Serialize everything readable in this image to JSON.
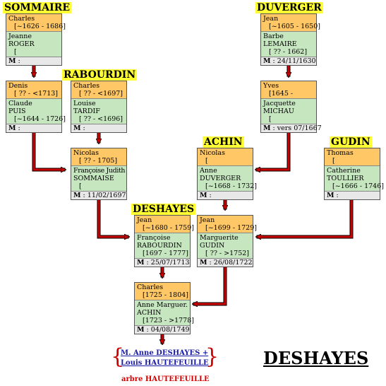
{
  "title": "DESHAYES",
  "families": {
    "sommaire": "SOMMAIRE",
    "duverger": "DUVERGER",
    "rabourdin": "RABOURDIN",
    "achin": "ACHIN",
    "gudin": "GUDIN",
    "deshayes": "DESHAYES"
  },
  "couples": {
    "charles_sommaire": {
      "husband": "Charles",
      "husband_dates": "[~1626 - 1686]",
      "wife": "Jeanne",
      "wife_surname": "ROGER",
      "wife_dates": "[",
      "marriage": "M :"
    },
    "jean_duverger": {
      "husband": "Jean",
      "husband_dates": "[~1605 - 1650]",
      "wife": "Barbe",
      "wife_surname": "LEMAIRE",
      "wife_dates": "[ ?? - 1662]",
      "marriage": "M : 24/11/1630"
    },
    "denis": {
      "husband": "Denis",
      "husband_dates": "[ ?? - <1713]",
      "wife": "Claude",
      "wife_surname": "PUIS",
      "wife_dates": "[~1644 - 1726]",
      "marriage": "M :"
    },
    "charles_rabourdin": {
      "husband": "Charles",
      "husband_dates": "[ ?? - <1697]",
      "wife": "Louise",
      "wife_surname": "TARDIF",
      "wife_dates": "[ ?? - <1696]",
      "marriage": "M :"
    },
    "yves": {
      "husband": "Yves",
      "husband_dates": "[1645 -",
      "wife": "Jacquette",
      "wife_surname": "MICHAU",
      "wife_dates": "[",
      "marriage": "M : vers 07/1667"
    },
    "nicolas_rabourdin": {
      "husband": "Nicolas",
      "husband_dates": "[ ?? - 1705]",
      "wife": "Françoise Judith",
      "wife_surname": "SOMMAISE",
      "wife_dates": "[",
      "marriage": "M : 11/02/1697"
    },
    "nicolas_achin": {
      "husband": "Nicolas",
      "husband_dates": "[",
      "wife": "Anne",
      "wife_surname": "DUVERGER",
      "wife_dates": "[~1668 - 1732]",
      "marriage": "M :"
    },
    "thomas": {
      "husband": "Thomas",
      "husband_dates": "[",
      "wife": "Catherine",
      "wife_surname": "TOULLIER",
      "wife_dates": "[~1666 - 1746]",
      "marriage": "M :"
    },
    "jean_deshayes": {
      "husband": "Jean",
      "husband_dates": "[~1680 - 1759]",
      "wife": "Françoise",
      "wife_surname": "RABOURDIN",
      "wife_dates": "[1697 - 1777]",
      "marriage": "M : 25/07/1713"
    },
    "jean_achin": {
      "husband": "Jean",
      "husband_dates": "[~1699 - 1729]",
      "wife": "Marguerite",
      "wife_surname": "GUDIN",
      "wife_dates": "[ ?? - >1752]",
      "marriage": "M : 26/08/1722"
    },
    "charles_deshayes": {
      "husband": "Charles",
      "husband_dates": "[1725 - 1804]",
      "wife": "Anne Marguer.",
      "wife_surname": "ACHIN",
      "wife_dates": "[1723 - >1778]",
      "marriage": "M : 04/08/1749"
    }
  },
  "child": {
    "line1": "M. Anne DESHAYES +",
    "line2": "Louis HAUTEFEUILLE"
  },
  "tree_link": "arbre HAUTEFEUILLE"
}
